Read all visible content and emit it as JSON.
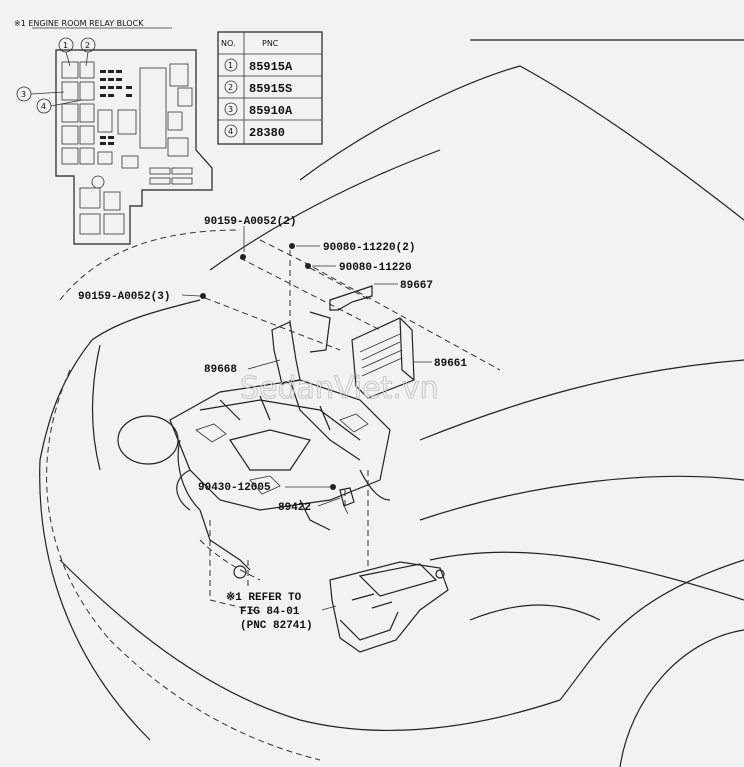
{
  "relay_block": {
    "title": "※1 ENGINE ROOM RELAY BLOCK",
    "callouts": [
      "1",
      "2",
      "3",
      "4"
    ]
  },
  "pnc_table": {
    "headers": [
      "NO.",
      "PNC"
    ],
    "rows": [
      {
        "no": "1",
        "pnc": "85915A"
      },
      {
        "no": "2",
        "pnc": "85915S"
      },
      {
        "no": "3",
        "pnc": "85910A"
      },
      {
        "no": "4",
        "pnc": "28380"
      }
    ]
  },
  "part_labels": {
    "p90159_a0052_2": "90159-A0052(2)",
    "p90080_11220_2": "90080-11220(2)",
    "p90080_11220": "90080-11220",
    "p89667": "89667",
    "p90159_a0052_3": "90159-A0052(3)",
    "p89668": "89668",
    "p89661": "89661",
    "p90430_12005": "90430-12005",
    "p89422": "89422"
  },
  "refer_note": {
    "line1": "※1 REFER TO",
    "line2": "FIG 84-01",
    "line3": "(PNC 82741)"
  },
  "watermark": "SedanViet.vn"
}
